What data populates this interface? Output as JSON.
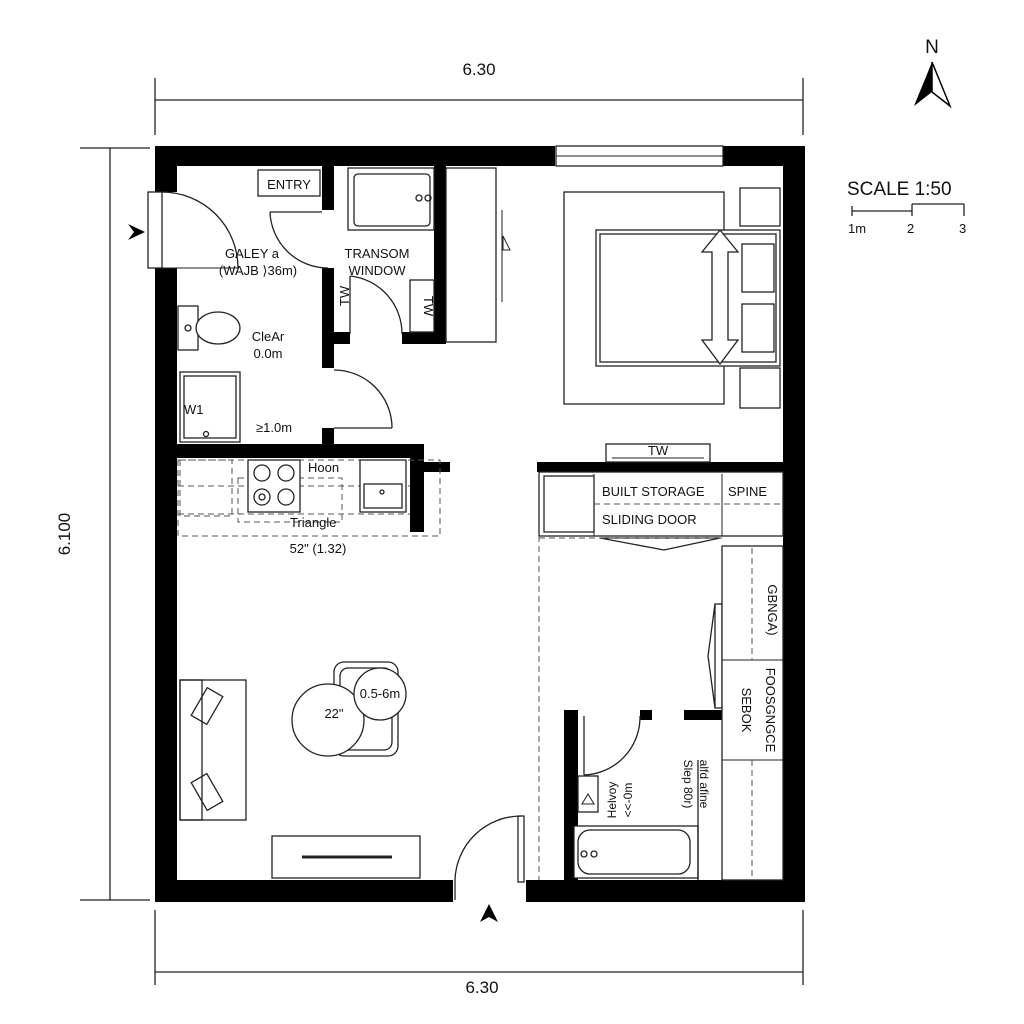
{
  "dimensions": {
    "top": "6.30",
    "bottom": "6.30",
    "left": "6.100"
  },
  "north": {
    "label": "N"
  },
  "scale": {
    "title": "SCALE 1:50",
    "ticks": [
      "1m",
      "2",
      "3"
    ]
  },
  "rooms": {
    "entry": "ENTRY",
    "galley_line1": "GALEY a",
    "galley_line2": "(WAJB ⟩36m)",
    "transom_line1": "TRANSOM",
    "transom_line2": "WINDOW",
    "tw_vertical_left": "TW",
    "tw_vertical_right": "TW",
    "clear_line1": "CleAr",
    "clear_line2": "0.0m",
    "w1": "W1",
    "min_width": "≥1.0m",
    "hoon": "Hoon",
    "triangle": "Triangle",
    "kitchen_dim": "52\" (1.32)",
    "table_a": "22\"",
    "table_b": "0.5-6m",
    "tw_bedroom": "TW",
    "built_storage": "BUILT STORAGE",
    "spine": "SPINE",
    "sliding_door": "SLIDING DOOR",
    "closet_upper": "GBNGA)",
    "closet_lower_a": "SEBOK",
    "closet_lower_b": "FOOSGNGCE",
    "bath_text_a1": "Helvoy",
    "bath_text_a2": "<<-0m",
    "bath_text_b1": "Slep 80r)",
    "bath_text_b2": "alfd afine"
  }
}
